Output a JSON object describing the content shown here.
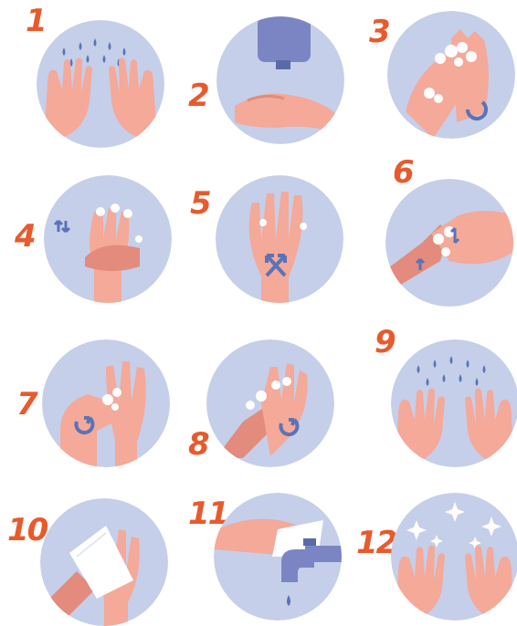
{
  "colors": {
    "circle": "#c5cfe9",
    "skin": "#f4a999",
    "skin_dark": "#e38b7c",
    "accent_blue": "#5a73b8",
    "number": "#e85a2c",
    "soap_bottle": "#7b85c4",
    "foam": "#ffffff"
  },
  "steps": [
    {
      "number": "1",
      "icon": "water-drops-on-hands-icon"
    },
    {
      "number": "2",
      "icon": "soap-dispenser-icon"
    },
    {
      "number": "3",
      "icon": "lather-palms-icon"
    },
    {
      "number": "4",
      "icon": "back-of-hands-icon"
    },
    {
      "number": "5",
      "icon": "interlaced-fingers-icon"
    },
    {
      "number": "6",
      "icon": "thumbs-rotation-icon"
    },
    {
      "number": "7",
      "icon": "fingertips-palm-icon"
    },
    {
      "number": "8",
      "icon": "rub-wrists-icon"
    },
    {
      "number": "9",
      "icon": "rinse-hands-icon"
    },
    {
      "number": "10",
      "icon": "dry-with-towel-icon"
    },
    {
      "number": "11",
      "icon": "turn-off-tap-with-towel-icon"
    },
    {
      "number": "12",
      "icon": "clean-hands-sparkle-icon"
    }
  ]
}
